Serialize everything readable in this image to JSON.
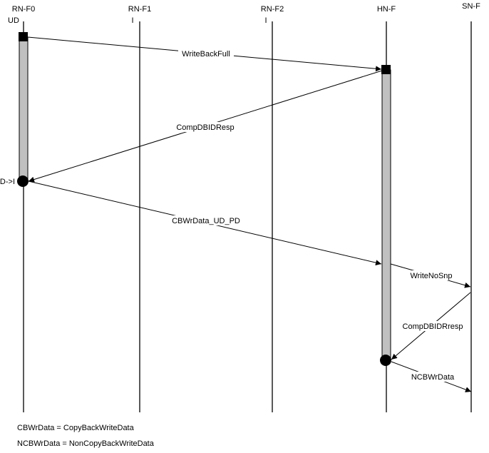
{
  "lifelines": [
    {
      "name": "RN-F0",
      "state": "UD"
    },
    {
      "name": "RN-F1",
      "state": "I"
    },
    {
      "name": "RN-F2",
      "state": "I"
    },
    {
      "name": "HN-F",
      "state": ""
    },
    {
      "name": "SN-F",
      "state": ""
    }
  ],
  "messages": [
    {
      "label": "WriteBackFull"
    },
    {
      "label": "CompDBIDResp"
    },
    {
      "label": "CBWrData_UD_PD"
    },
    {
      "label": "WriteNoSnp"
    },
    {
      "label": "CompDBIDRresp"
    },
    {
      "label": "NCBWrData"
    }
  ],
  "state_change": "UD->I",
  "footnotes": [
    "CBWrData = CopyBackWriteData",
    "NCBWrData = NonCopyBackWriteData"
  ]
}
